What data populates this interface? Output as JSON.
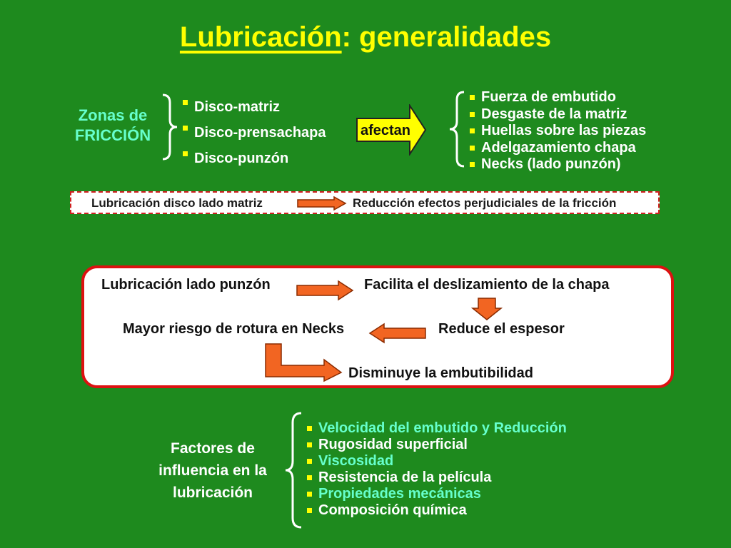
{
  "title": {
    "part1": "Lubricación",
    "part2": ": generalidades"
  },
  "zonas": {
    "line1": "Zonas de",
    "line2": "FRICCIÓN"
  },
  "zonas_items": [
    "Disco-matriz",
    "Disco-prensachapa",
    "Disco-punzón"
  ],
  "afectan": "afectan",
  "effects": [
    "Fuerza de embutido",
    "Desgaste de la matriz",
    "Huellas sobre las piezas",
    "Adelgazamiento chapa",
    "Necks (lado punzón)"
  ],
  "bar": {
    "left": "Lubricación disco lado matriz",
    "right": "Reducción efectos perjudiciales de la fricción"
  },
  "box": {
    "a": "Lubricación lado punzón",
    "b": "Facilita el deslizamiento de la chapa",
    "c": "Mayor riesgo de rotura en Necks",
    "d": "Reduce el espesor",
    "e": "Disminuye la embutibilidad"
  },
  "factors": {
    "line1": "Factores de",
    "line2": "influencia en la",
    "line3": "lubricación"
  },
  "factor_items": [
    {
      "text": "Velocidad del embutido y Reducción",
      "color": "#66ffcc"
    },
    {
      "text": "Rugosidad superficial",
      "color": "#ffffff"
    },
    {
      "text": "Viscosidad",
      "color": "#66ffcc"
    },
    {
      "text": "Resistencia de la película",
      "color": "#ffffff"
    },
    {
      "text": "Propiedades mecánicas",
      "color": "#66ffcc"
    },
    {
      "text": "Composición química",
      "color": "#ffffff"
    }
  ],
  "colors": {
    "background": "#1e8a1e",
    "title": "#ffff00",
    "arrow": "#f26522",
    "border": "#dd1111"
  }
}
